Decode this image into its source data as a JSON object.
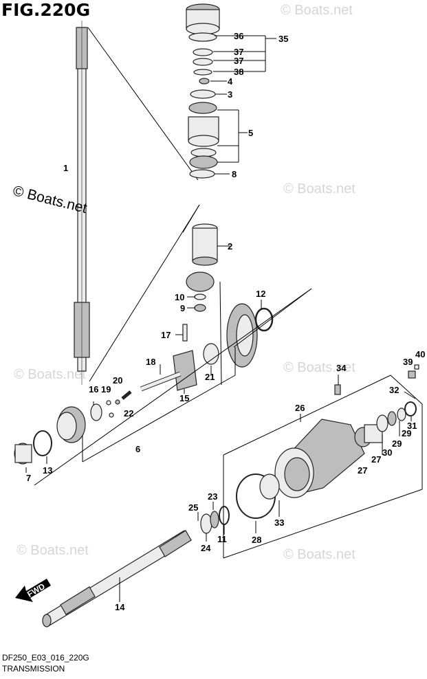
{
  "figure": {
    "title": "FIG.220G",
    "code": "DF250_E03_016_220G",
    "name": "TRANSMISSION"
  },
  "watermark": {
    "main": "© Boats.net",
    "faint": "© Boats.net"
  },
  "arrow_label": "FWD",
  "callouts": [
    "1",
    "2",
    "3",
    "4",
    "5",
    "6",
    "7",
    "8",
    "9",
    "10",
    "11",
    "12",
    "13",
    "14",
    "15",
    "16",
    "17",
    "18",
    "19",
    "20",
    "21",
    "22",
    "23",
    "24",
    "25",
    "26",
    "27",
    "28",
    "29",
    "30",
    "31",
    "32",
    "33",
    "34",
    "35",
    "36",
    "37",
    "38",
    "39",
    "40"
  ],
  "colors": {
    "line": "#000000",
    "part_fill": "#ececec",
    "part_shade": "#bdbdbd"
  }
}
